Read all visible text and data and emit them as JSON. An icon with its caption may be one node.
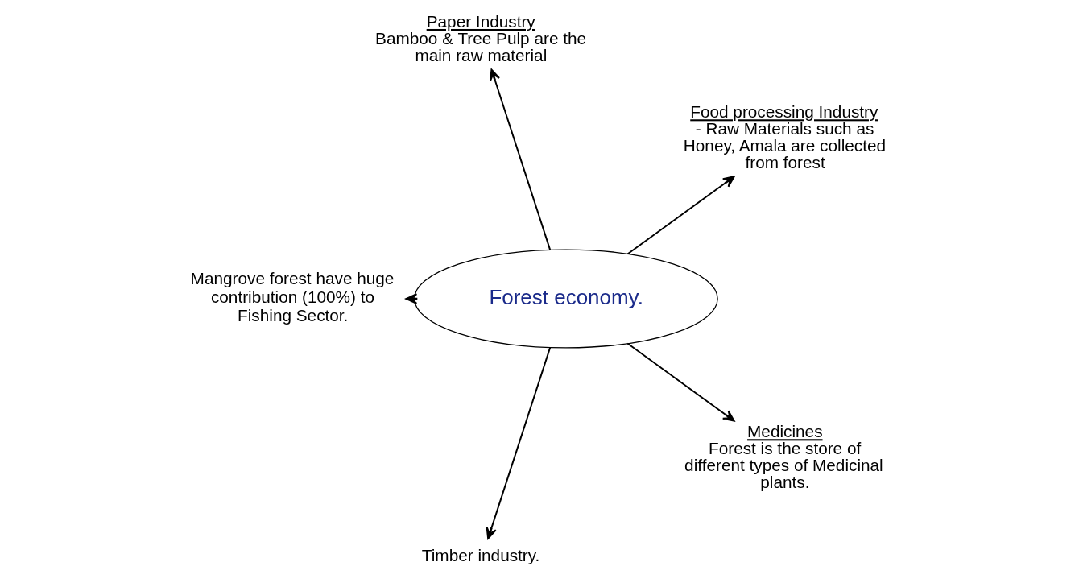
{
  "diagram": {
    "nodes": [
      {
        "text": [
          "Forest economy."
        ]
      },
      {
        "text": [
          "Food processing Industry",
          "- Raw Materials such as Honey, Amala are collected from forest"
        ]
      },
      {
        "text": [
          "Paper Industry",
          "Bamboo & Tree Pulp are the main raw material"
        ]
      },
      {
        "text": [
          "Mangrove forest have huge contribution (100%) to Fishing Sector."
        ]
      },
      {
        "text": [
          "Timber industry."
        ]
      },
      {
        "text": [
          "Medicines",
          "Forest is the store of different types of Medicinal plants."
        ]
      }
    ],
    "edges": [
      {
        "from": 0,
        "to": 1,
        "arrow": "to"
      },
      {
        "from": 0,
        "to": 2,
        "arrow": "to"
      },
      {
        "from": 0,
        "to": 3,
        "arrow": "to"
      },
      {
        "from": 0,
        "to": 4,
        "arrow": "to"
      },
      {
        "from": 0,
        "to": 5,
        "arrow": "to"
      }
    ]
  }
}
